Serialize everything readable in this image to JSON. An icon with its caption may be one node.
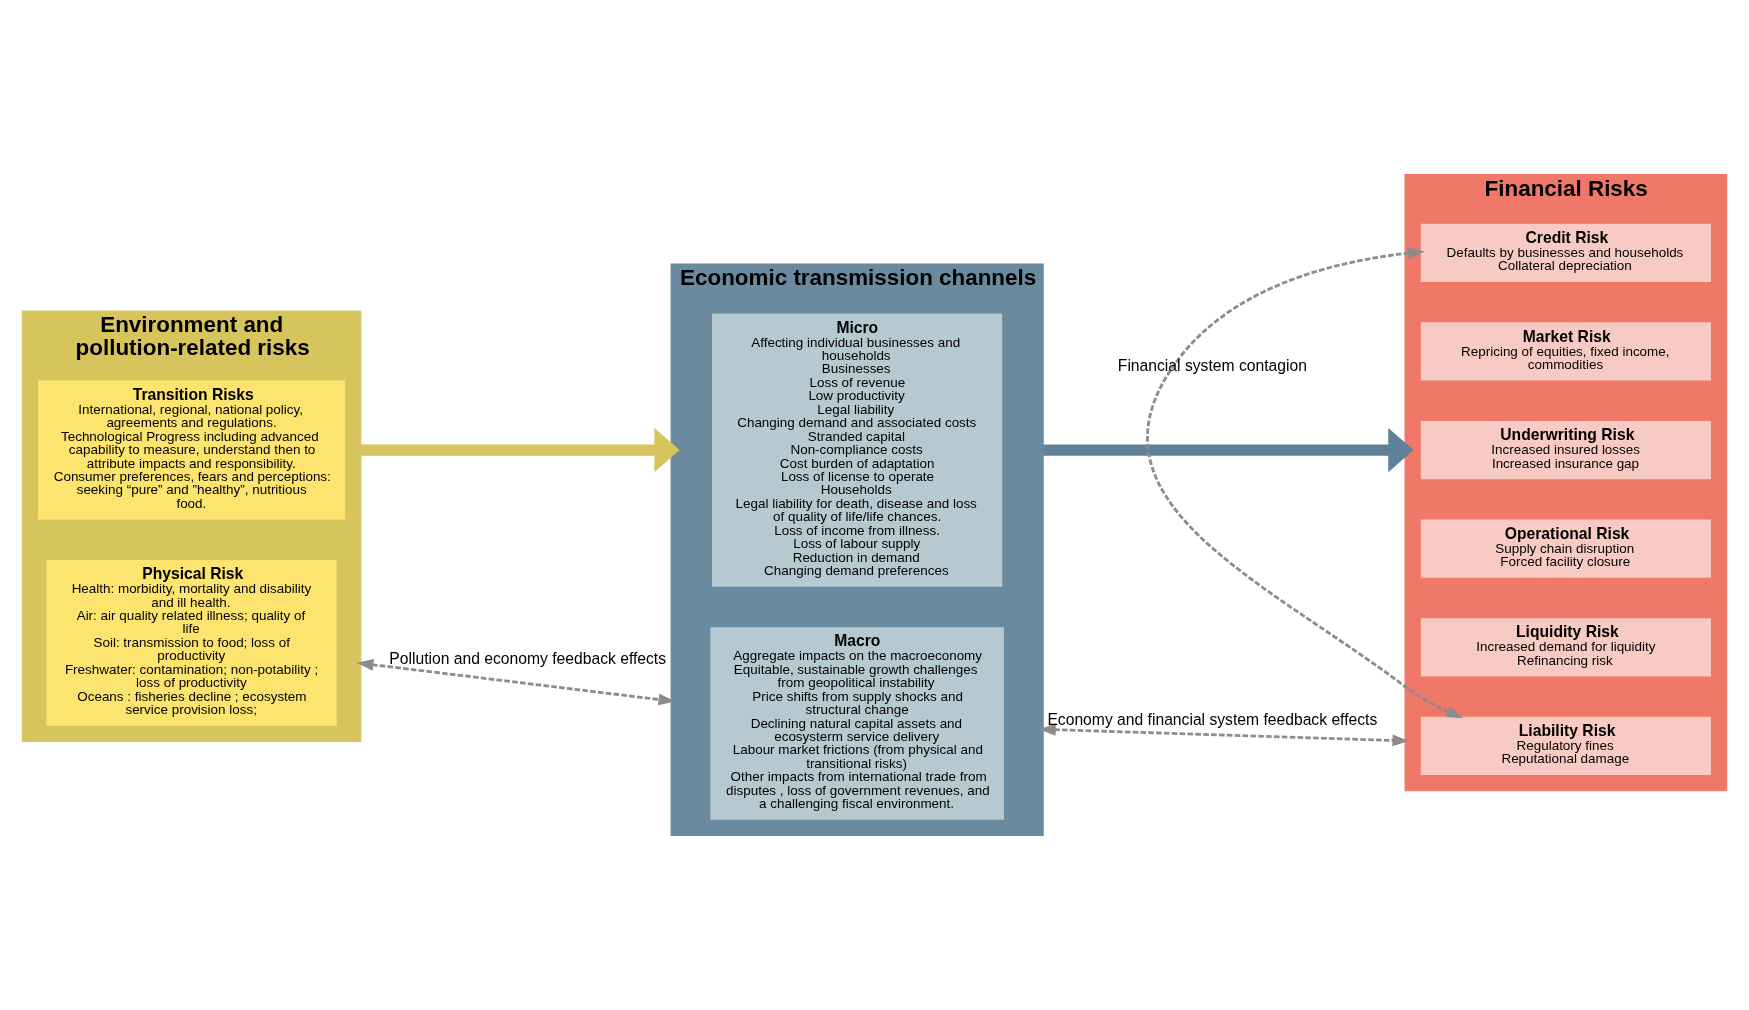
{
  "diagram": {
    "nodes": [
      {
        "text": [
          "Environment and pollution-related risks"
        ]
      },
      {
        "text": [
          "Transition Risks",
          "International, regional, national policy, agreements and regulations.",
          "Technological Progress including advanced capability to measure, understand then to attribute impacts and responsibility.",
          "Consumer preferences, fears and perceptions: seeking “pure” and ”healthy”, nutritious food."
        ],
        "in": 0
      },
      {
        "text": [
          "Physical Risk",
          "Health: morbidity, mortality and disability and ill health.",
          "Air: air quality related illness; quality of life",
          "Soil: transmission to food; loss of productivity",
          "Freshwater: contamination; non-potability ; loss of productivity",
          "Oceans : fisheries decline ; ecosystem service provision loss;"
        ],
        "in": 0
      },
      {
        "text": [
          "Economic transmission channels"
        ]
      },
      {
        "text": [
          "Micro",
          "Affecting individual businesses and households",
          "Businesses",
          "Loss of revenue",
          "Low productivity",
          "Legal liability",
          "Changing demand and associated costs",
          "Stranded capital",
          "Non-compliance costs",
          "Cost burden of adaptation",
          "Loss of license to operate",
          "Households",
          "Legal liability for death, disease and loss of quality of life/life chances.",
          "Loss of income from illness.",
          "Loss of labour supply",
          "Reduction in demand",
          "Changing demand preferences"
        ],
        "in": 3
      },
      {
        "text": [
          "Macro",
          "Aggregate impacts on the macroeconomy",
          "Equitable, sustainable growth challenges from geopolitical instability",
          "Price shifts from supply shocks and structural change",
          "Declining natural capital assets and ecosysterm service delivery",
          "Labour market frictions (from physical and transitional risks)",
          "Other impacts from international trade from disputes , loss of government revenues, and a challenging fiscal environment."
        ],
        "in": 3
      },
      {
        "text": [
          "Financial Risks"
        ]
      },
      {
        "text": [
          "Credit Risk",
          "Defaults by businesses and households",
          "Collateral depreciation"
        ],
        "in": 6
      },
      {
        "text": [
          "Market Risk",
          "Repricing of equities, fixed income, commodities"
        ],
        "in": 6
      },
      {
        "text": [
          "Underwriting Risk",
          "Increased insured losses",
          "Increased insurance gap"
        ],
        "in": 6
      },
      {
        "text": [
          "Operational Risk",
          "Supply chain disruption",
          "Forced facility closure"
        ],
        "in": 6
      },
      {
        "text": [
          "Liquidity Risk",
          "Increased demand for liquidity",
          "Refinancing risk"
        ],
        "in": 6
      },
      {
        "text": [
          "Liability Risk",
          "Regulatory fines",
          "Reputational damage"
        ],
        "in": 6
      }
    ],
    "edges": [
      {
        "from": 0,
        "to": 3,
        "arrow": "to",
        "style": "thick",
        "color": "#d6c45c"
      },
      {
        "from": 3,
        "to": 6,
        "arrow": "to",
        "style": "thick",
        "color": "#5f8298"
      },
      {
        "from": 0,
        "to": 3,
        "arrow": "both",
        "style": "dashed",
        "label": "Pollution and economy feedback effects"
      },
      {
        "from": 3,
        "to": 6,
        "arrow": "both",
        "style": "dashed",
        "label": "Economy and financial system feedback effects"
      },
      {
        "from": 7,
        "to": 12,
        "arrow": "both",
        "style": "dashed",
        "label": "Financial system contagion"
      }
    ]
  }
}
